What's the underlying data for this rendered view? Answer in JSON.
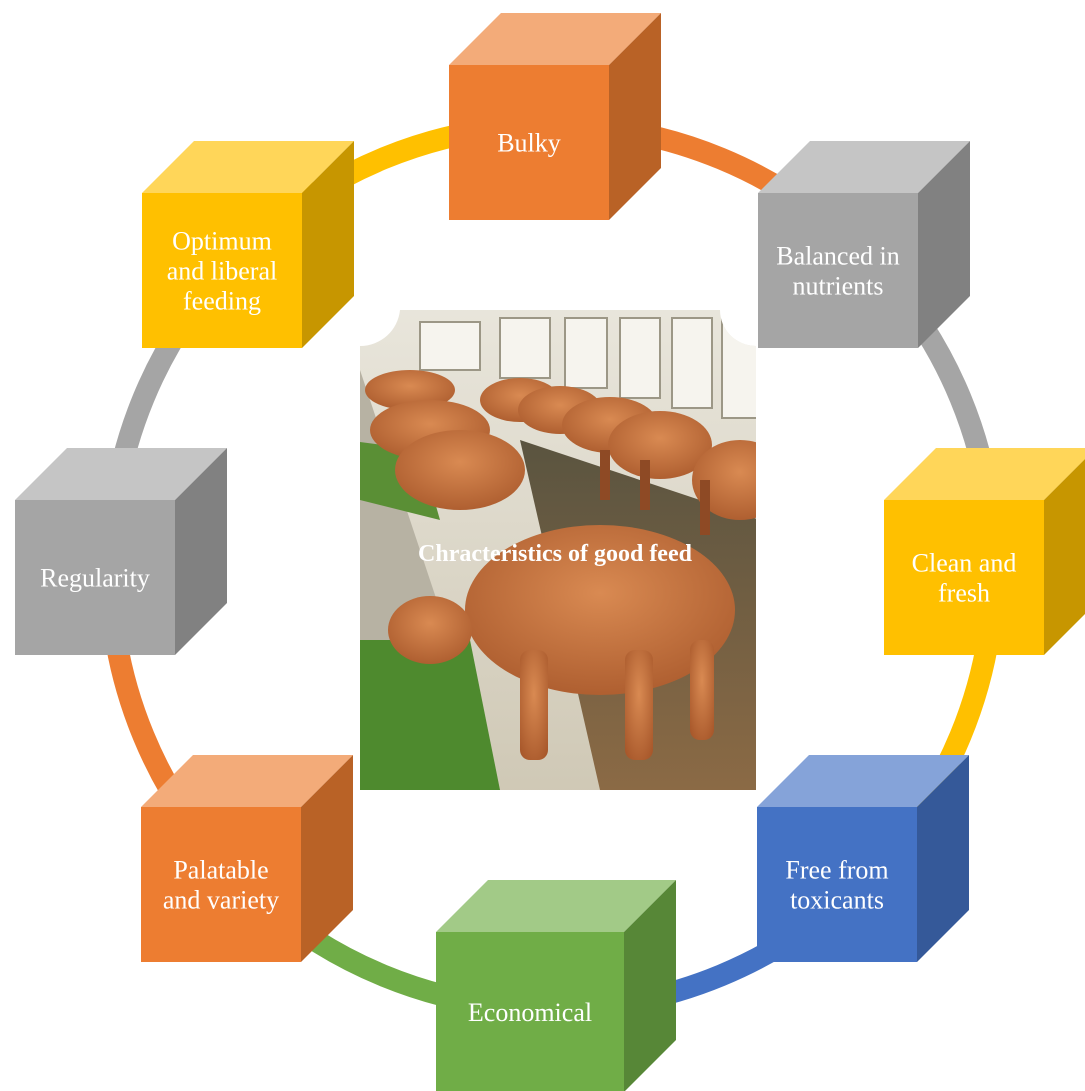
{
  "diagram": {
    "center": {
      "title": "Chracteristics of good feed",
      "image": "photo of cattle feeding in a cattle shed"
    },
    "items": [
      {
        "lines": [
          "Bulky"
        ],
        "color": "#ED7D31"
      },
      {
        "lines": [
          "Balanced in",
          "nutrients"
        ],
        "color": "#A5A5A5"
      },
      {
        "lines": [
          "Clean and",
          "fresh"
        ],
        "color": "#FFC000"
      },
      {
        "lines": [
          "Free from",
          "toxicants"
        ],
        "color": "#4472C4"
      },
      {
        "lines": [
          "Economical"
        ],
        "color": "#70AD47"
      },
      {
        "lines": [
          "Palatable",
          "and variety"
        ],
        "color": "#ED7D31"
      },
      {
        "lines": [
          "Regularity"
        ],
        "color": "#A5A5A5"
      },
      {
        "lines": [
          "Optimum",
          "and liberal",
          "feeding"
        ],
        "color": "#FFC000"
      }
    ]
  }
}
